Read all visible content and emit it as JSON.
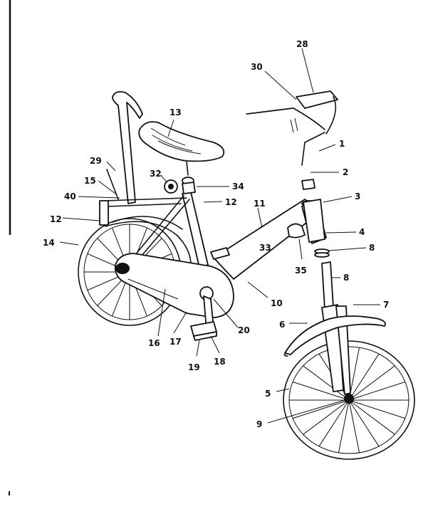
{
  "callouts": [
    {
      "id": "c1",
      "text": "1"
    },
    {
      "id": "c2",
      "text": "2"
    },
    {
      "id": "c3",
      "text": "3"
    },
    {
      "id": "c4",
      "text": "4"
    },
    {
      "id": "c5",
      "text": "5"
    },
    {
      "id": "c6",
      "text": "6"
    },
    {
      "id": "c7",
      "text": "7"
    },
    {
      "id": "c8a",
      "text": "8"
    },
    {
      "id": "c8b",
      "text": "8"
    },
    {
      "id": "c9",
      "text": "9"
    },
    {
      "id": "c10",
      "text": "10"
    },
    {
      "id": "c11",
      "text": "11"
    },
    {
      "id": "c12a",
      "text": "12"
    },
    {
      "id": "c12b",
      "text": "12"
    },
    {
      "id": "c13",
      "text": "13"
    },
    {
      "id": "c14",
      "text": "14"
    },
    {
      "id": "c15",
      "text": "15"
    },
    {
      "id": "c16",
      "text": "16"
    },
    {
      "id": "c17",
      "text": "17"
    },
    {
      "id": "c18",
      "text": "18"
    },
    {
      "id": "c19",
      "text": "19"
    },
    {
      "id": "c20",
      "text": "20"
    },
    {
      "id": "c28",
      "text": "28"
    },
    {
      "id": "c29",
      "text": "29"
    },
    {
      "id": "c30",
      "text": "30"
    },
    {
      "id": "c32",
      "text": "32"
    },
    {
      "id": "c33",
      "text": "33"
    },
    {
      "id": "c34",
      "text": "34"
    },
    {
      "id": "c35",
      "text": "35"
    },
    {
      "id": "c40",
      "text": "40"
    }
  ]
}
